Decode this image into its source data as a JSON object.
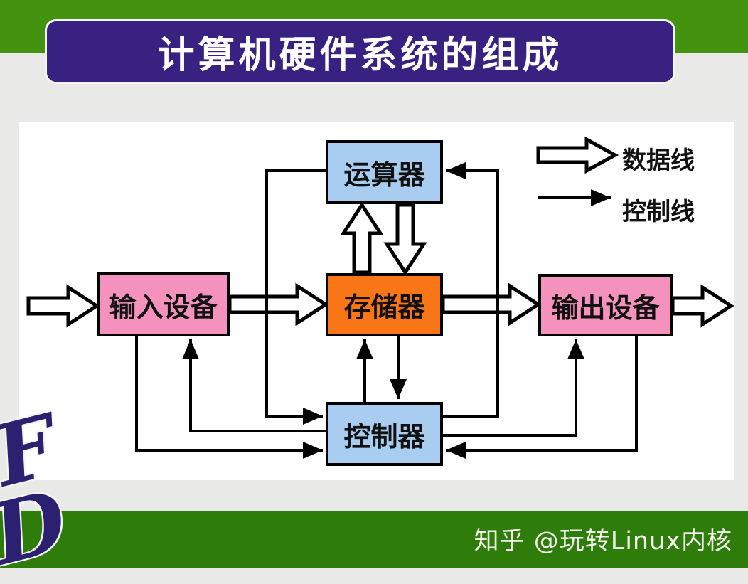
{
  "header": {
    "title": "计算机硬件系统的组成",
    "banner_color": "#382180",
    "top_strip_color": "#44930f"
  },
  "diagram": {
    "nodes": [
      {
        "id": "alu",
        "label": "运算器",
        "color": "#a8cdf1"
      },
      {
        "id": "memory",
        "label": "存储器",
        "color": "#f87616"
      },
      {
        "id": "controller",
        "label": "控制器",
        "color": "#a8cdf1"
      },
      {
        "id": "input",
        "label": "输入设备",
        "color": "#f492bd"
      },
      {
        "id": "output",
        "label": "输出设备",
        "color": "#f492bd"
      }
    ],
    "legend": [
      {
        "symbol": "hollow-arrow",
        "label": "数据线"
      },
      {
        "symbol": "thin-arrow",
        "label": "控制线"
      }
    ],
    "line_color": "#000000",
    "panel_color": "#ffffff"
  },
  "footer": {
    "watermark": "知乎 @玩转Linux内核",
    "band_color": "#2e7d0a"
  },
  "logo": {
    "letter_top": "F",
    "letter_bottom": "D",
    "color": "#2b2170"
  }
}
